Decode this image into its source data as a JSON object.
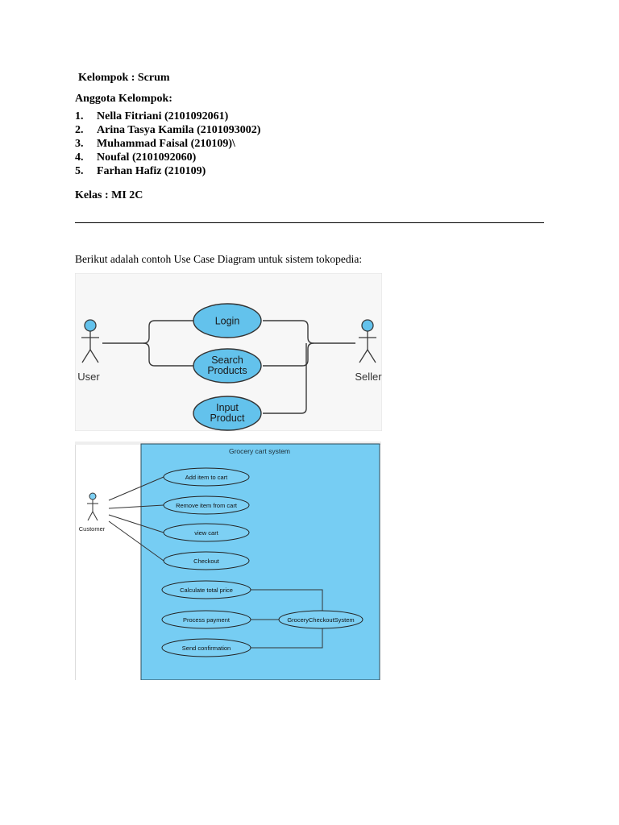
{
  "header": {
    "group_line": "Kelompok : Scrum",
    "members_heading": "Anggota Kelompok:",
    "members": [
      {
        "num": "1.",
        "text": "Nella Fitriani (2101092061)"
      },
      {
        "num": "2.",
        "text": "Arina Tasya Kamila (2101093002)"
      },
      {
        "num": "3.",
        "text": "Muhammad Faisal (210109)\\"
      },
      {
        "num": "4.",
        "text": "Noufal (2101092060)"
      },
      {
        "num": "5.",
        "text": "Farhan Hafiz (210109)"
      }
    ],
    "class_line": "Kelas : MI 2C"
  },
  "intro_text": "Berikut adalah contoh Use Case Diagram untuk sistem tokopedia:",
  "diagram1": {
    "actors": {
      "left": "User",
      "right": "Seller"
    },
    "use_cases": {
      "login": "Login",
      "search_line1": "Search",
      "search_line2": "Products",
      "input_line1": "Input",
      "input_line2": "Product"
    },
    "colors": {
      "usecase_fill": "#63c2ec",
      "actor_head": "#63c2ec",
      "line": "#3a3a3a"
    }
  },
  "diagram2": {
    "system_title": "Grocery cart system",
    "actor": "Customer",
    "use_cases": {
      "add": "Add item to cart",
      "remove": "Remove item from cart",
      "view": "view cart",
      "checkout": "Checkout",
      "calculate": "Calculate total price",
      "process": "Process payment",
      "confirm": "Send confirmation",
      "system": "GroceryCheckoutSystem"
    },
    "colors": {
      "system_fill": "#76cdf3",
      "usecase_fill": "#7dd0f4"
    }
  }
}
